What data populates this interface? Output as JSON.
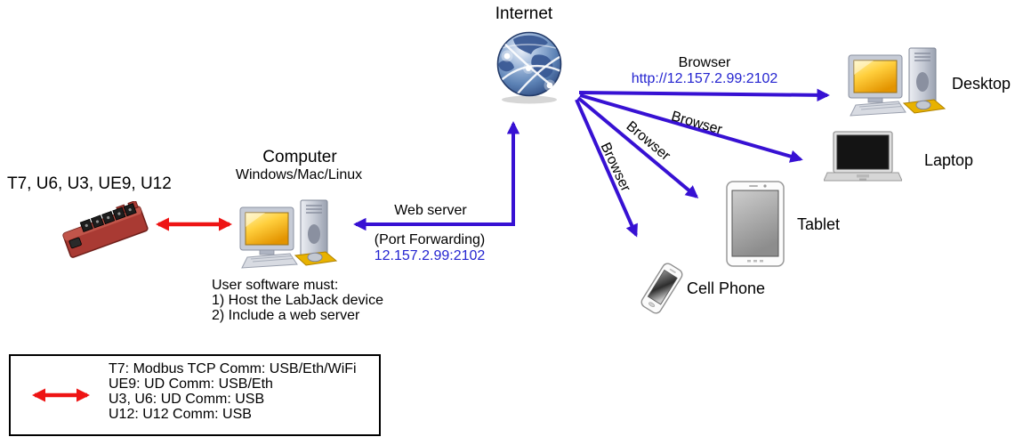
{
  "diagram": {
    "internet": {
      "label": "Internet"
    },
    "device_group": {
      "label": "T7, U6, U3, UE9, U12"
    },
    "host_computer": {
      "label": "Computer",
      "os": "Windows/Mac/Linux",
      "notes": [
        "User software must:",
        "1) Host the LabJack device",
        "2) Include a web server"
      ]
    },
    "uplink": {
      "label": "Web server",
      "detail": "(Port Forwarding)",
      "address": "12.157.2.99:2102"
    },
    "clients": {
      "desktop": {
        "label": "Desktop",
        "link_label": "Browser",
        "link_url": "http://12.157.2.99:2102"
      },
      "laptop": {
        "label": "Laptop",
        "link_label": "Browser"
      },
      "tablet": {
        "label": "Tablet",
        "link_label": "Browser"
      },
      "cell_phone": {
        "label": "Cell Phone",
        "link_label": "Browser"
      }
    },
    "legend": {
      "lines": [
        "T7: Modbus TCP Comm: USB/Eth/WiFi",
        "UE9: UD Comm: USB/Eth",
        "U3, U6: UD Comm: USB",
        "U12: U12 Comm: USB"
      ]
    },
    "colors": {
      "arrow_blue": "#3711d3",
      "arrow_red": "#ee1414",
      "link_text_blue": "#2424d0"
    }
  }
}
